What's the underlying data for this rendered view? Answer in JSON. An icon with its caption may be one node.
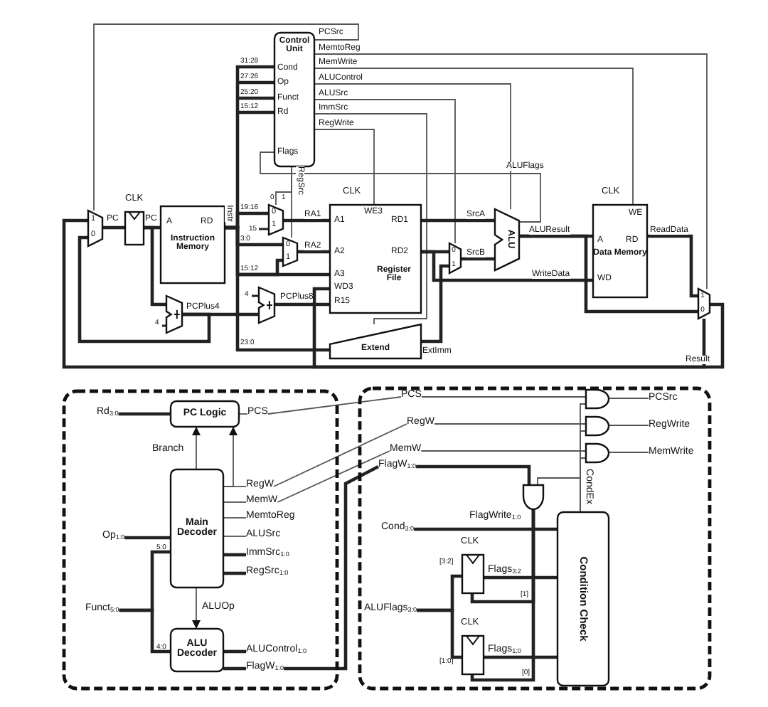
{
  "diagram": {
    "nodes": [
      {
        "text": [
          "1",
          "0"
        ]
      },
      {
        "text": [],
        "shape": "box",
        "beside": [
          "CLK"
        ]
      },
      {
        "text": [
          "A",
          "RD",
          "Instruction Memory"
        ]
      },
      {
        "text": [],
        "shape": "adder"
      },
      {
        "text": [
          "Control Unit",
          "Cond",
          "Op",
          "Funct",
          "Rd",
          "Flags"
        ]
      },
      {
        "text": [
          "0",
          "1"
        ]
      },
      {
        "text": [
          "0",
          "1"
        ]
      },
      {
        "text": [],
        "shape": "adder"
      },
      {
        "text": [
          "WE3",
          "A1",
          "RD1",
          "A2",
          "RD2",
          "A3",
          "Register File",
          "WD3",
          "R15"
        ],
        "beside": [
          "CLK"
        ]
      },
      {
        "text": [
          "Extend"
        ]
      },
      {
        "text": [
          "0",
          "1"
        ]
      },
      {
        "text": [
          "ALU"
        ]
      },
      {
        "text": [
          "WE",
          "A",
          "RD",
          "Data Memory",
          "WD"
        ],
        "beside": [
          "CLK"
        ]
      },
      {
        "text": [
          "1",
          "0"
        ]
      },
      {
        "text": [],
        "shape": "box"
      },
      {
        "text": [
          "PC Logic"
        ],
        "in": 14
      },
      {
        "text": [
          "Main Decoder"
        ],
        "in": 14
      },
      {
        "text": [
          "ALU Decoder"
        ],
        "in": 14
      },
      {
        "text": [
          "Rd$_{3:0}$"
        ],
        "in": 14
      },
      {
        "text": [
          "Op$_{1:0}$"
        ],
        "in": 14
      },
      {
        "text": [
          "Funct$_{5:0}$"
        ],
        "in": 14
      },
      {
        "text": [
          "PCS"
        ],
        "in": 14
      },
      {
        "text": [
          "RegW"
        ],
        "in": 14
      },
      {
        "text": [
          "MemW"
        ],
        "in": 14
      },
      {
        "text": [
          "MemtoReg"
        ],
        "in": 14
      },
      {
        "text": [
          "ALUSrc"
        ],
        "in": 14
      },
      {
        "text": [
          "ImmSrc$_{1:0}$"
        ],
        "in": 14
      },
      {
        "text": [
          "RegSrc$_{1:0}$"
        ],
        "in": 14
      },
      {
        "text": [
          "ALUControl$_{1:0}$"
        ],
        "in": 14
      },
      {
        "text": [
          "FlagW$_{1:0}$"
        ],
        "in": 14
      },
      {
        "text": [],
        "shape": "box"
      },
      {
        "text": [
          "PCS"
        ],
        "in": 30
      },
      {
        "text": [
          "RegW"
        ],
        "in": 30
      },
      {
        "text": [
          "MemW"
        ],
        "in": 30
      },
      {
        "text": [
          "FlagW$_{1:0}$"
        ],
        "in": 30
      },
      {
        "text": [],
        "shape": "gate",
        "in": 30
      },
      {
        "text": [],
        "shape": "gate",
        "in": 30
      },
      {
        "text": [],
        "shape": "gate",
        "in": 30
      },
      {
        "text": [
          "PCSrc"
        ],
        "in": 30
      },
      {
        "text": [
          "RegWrite"
        ],
        "in": 30
      },
      {
        "text": [
          "MemWrite"
        ],
        "in": 30
      },
      {
        "text": [],
        "shape": "gate",
        "in": 30
      },
      {
        "text": [
          "Cond$_{3:0}$"
        ],
        "in": 30
      },
      {
        "text": [
          "Condition Check"
        ],
        "in": 30
      },
      {
        "text": [],
        "shape": "box",
        "in": 30,
        "beside": [
          "CLK"
        ]
      },
      {
        "text": [],
        "shape": "box",
        "in": 30,
        "beside": [
          "CLK"
        ]
      },
      {
        "text": [
          "ALUFlags$_{3:0}$"
        ],
        "in": 30
      }
    ],
    "edges": [
      {
        "from": 0,
        "to": 1,
        "arrow": "none",
        "label": "PC"
      },
      {
        "from": 1,
        "to": 2,
        "arrow": "none",
        "label": "PC"
      },
      {
        "from": 1,
        "to": 3,
        "arrow": "none"
      },
      {
        "from": 3,
        "to": 0,
        "arrow": "none",
        "label": "PCPlus4"
      },
      {
        "from": 3,
        "to": 7,
        "arrow": "none"
      },
      {
        "from": 7,
        "to": 8,
        "arrow": "none",
        "label": "PCPlus8"
      },
      {
        "from": 2,
        "to": 4,
        "arrow": "none",
        "label": "Instr"
      },
      {
        "from": 2,
        "to": 5,
        "arrow": "none"
      },
      {
        "from": 2,
        "to": 6,
        "arrow": "none"
      },
      {
        "from": 2,
        "to": 8,
        "arrow": "none"
      },
      {
        "from": 2,
        "to": 9,
        "arrow": "none"
      },
      {
        "from": 4,
        "to": 0,
        "arrow": "none",
        "label": "PCSrc",
        "color": "#555555"
      },
      {
        "from": 4,
        "to": 13,
        "arrow": "none",
        "label": "MemtoReg",
        "color": "#555555"
      },
      {
        "from": 4,
        "to": 12,
        "arrow": "none",
        "label": "MemWrite",
        "color": "#555555"
      },
      {
        "from": 4,
        "to": 11,
        "arrow": "none",
        "label": "ALUControl",
        "color": "#555555"
      },
      {
        "from": 4,
        "to": 10,
        "arrow": "none",
        "label": "ALUSrc",
        "color": "#555555"
      },
      {
        "from": 4,
        "to": 9,
        "arrow": "none",
        "label": "ImmSrc",
        "color": "#555555"
      },
      {
        "from": 4,
        "to": 8,
        "arrow": "none",
        "label": "RegWrite",
        "color": "#555555"
      },
      {
        "from": 4,
        "to": 5,
        "arrow": "none",
        "label": "RegSrc",
        "color": "#555555"
      },
      {
        "from": 4,
        "to": 6,
        "arrow": "none",
        "color": "#555555"
      },
      {
        "from": 11,
        "to": 4,
        "arrow": "none",
        "label": "ALUFlags",
        "color": "#555555"
      },
      {
        "from": 5,
        "to": 8,
        "arrow": "none",
        "label": "RA1"
      },
      {
        "from": 6,
        "to": 8,
        "arrow": "none",
        "label": "RA2"
      },
      {
        "from": 8,
        "to": 11,
        "arrow": "none",
        "label": "SrcA"
      },
      {
        "from": 8,
        "to": 10,
        "arrow": "none"
      },
      {
        "from": 9,
        "to": 10,
        "arrow": "none",
        "label": "ExtImm"
      },
      {
        "from": 10,
        "to": 11,
        "arrow": "none",
        "label": "SrcB"
      },
      {
        "from": 8,
        "to": 12,
        "arrow": "none",
        "label": "WriteData"
      },
      {
        "from": 11,
        "to": 12,
        "arrow": "none",
        "label": "ALUResult"
      },
      {
        "from": 11,
        "to": 13,
        "arrow": "none"
      },
      {
        "from": 12,
        "to": 13,
        "arrow": "none",
        "label": "ReadData"
      },
      {
        "from": 13,
        "to": 0,
        "arrow": "none",
        "label": "Result"
      },
      {
        "from": 13,
        "to": 8,
        "arrow": "none"
      },
      {
        "from": 18,
        "to": 15,
        "arrow": "none"
      },
      {
        "from": 19,
        "to": 16,
        "arrow": "none"
      },
      {
        "from": 20,
        "to": 16,
        "arrow": "none"
      },
      {
        "from": 20,
        "to": 17,
        "arrow": "none"
      },
      {
        "from": 16,
        "to": 15,
        "arrow": "to",
        "label": "Branch",
        "color": "#555555"
      },
      {
        "from": 16,
        "to": 15,
        "arrow": "to",
        "color": "#555555"
      },
      {
        "from": 16,
        "to": 17,
        "arrow": "to",
        "label": "ALUOp",
        "color": "#555555"
      },
      {
        "from": 15,
        "to": 21,
        "arrow": "none",
        "color": "#555555"
      },
      {
        "from": 16,
        "to": 22,
        "arrow": "none",
        "color": "#555555"
      },
      {
        "from": 16,
        "to": 23,
        "arrow": "none",
        "color": "#555555"
      },
      {
        "from": 16,
        "to": 24,
        "arrow": "none",
        "color": "#555555"
      },
      {
        "from": 16,
        "to": 25,
        "arrow": "none",
        "color": "#555555"
      },
      {
        "from": 16,
        "to": 26,
        "arrow": "none"
      },
      {
        "from": 16,
        "to": 27,
        "arrow": "none"
      },
      {
        "from": 17,
        "to": 28,
        "arrow": "none"
      },
      {
        "from": 17,
        "to": 29,
        "arrow": "none"
      },
      {
        "from": 21,
        "to": 31,
        "arrow": "none",
        "color": "#555555"
      },
      {
        "from": 22,
        "to": 32,
        "arrow": "none",
        "color": "#555555"
      },
      {
        "from": 23,
        "to": 33,
        "arrow": "none",
        "color": "#555555"
      },
      {
        "from": 29,
        "to": 34,
        "arrow": "none"
      },
      {
        "from": 31,
        "to": 35,
        "arrow": "none",
        "color": "#555555"
      },
      {
        "from": 32,
        "to": 36,
        "arrow": "none",
        "color": "#555555"
      },
      {
        "from": 33,
        "to": 37,
        "arrow": "none",
        "color": "#555555"
      },
      {
        "from": 35,
        "to": 38,
        "arrow": "none",
        "color": "#555555"
      },
      {
        "from": 36,
        "to": 39,
        "arrow": "none",
        "color": "#555555"
      },
      {
        "from": 37,
        "to": 40,
        "arrow": "none",
        "color": "#555555"
      },
      {
        "from": 34,
        "to": 41,
        "arrow": "none"
      },
      {
        "from": 43,
        "to": 35,
        "arrow": "none",
        "label": "CondEx",
        "color": "#555555"
      },
      {
        "from": 43,
        "to": 36,
        "arrow": "none",
        "color": "#555555"
      },
      {
        "from": 43,
        "to": 37,
        "arrow": "none",
        "color": "#555555"
      },
      {
        "from": 43,
        "to": 41,
        "arrow": "none",
        "color": "#555555"
      },
      {
        "from": 41,
        "to": 44,
        "arrow": "none",
        "label": "FlagWrite$_{1:0}$"
      },
      {
        "from": 41,
        "to": 45,
        "arrow": "none"
      },
      {
        "from": 42,
        "to": 43,
        "arrow": "none"
      },
      {
        "from": 46,
        "to": 44,
        "arrow": "none"
      },
      {
        "from": 46,
        "to": 45,
        "arrow": "none"
      },
      {
        "from": 44,
        "to": 43,
        "arrow": "none",
        "label": "Flags$_{3:2}$"
      },
      {
        "from": 45,
        "to": 43,
        "arrow": "none",
        "label": "Flags$_{1:0}$"
      }
    ],
    "labels": [
      "31:28",
      "27:26",
      "25:20",
      "15:12",
      "0",
      "1",
      "19:16",
      "15",
      "3:0",
      "15:12",
      "4",
      "4",
      "23:0",
      "5:0",
      "4:0",
      "[3:2]",
      "[1]",
      "[1:0]",
      "[0]"
    ]
  }
}
